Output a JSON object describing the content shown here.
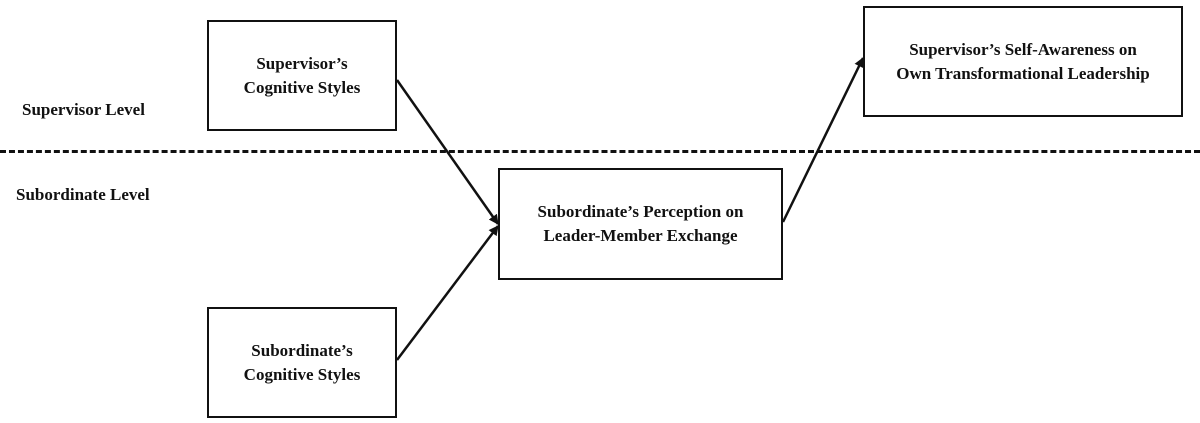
{
  "levels": {
    "supervisor": "Supervisor Level",
    "subordinate": "Subordinate Level"
  },
  "nodes": {
    "supervisor_cognitive": [
      "Supervisor’s",
      "Cognitive Styles"
    ],
    "subordinate_cognitive": [
      "Subordinate’s",
      "Cognitive Styles"
    ],
    "lmx": [
      "Subordinate’s Perception on",
      "Leader-Member Exchange"
    ],
    "self_awareness": [
      "Supervisor’s Self-Awareness on",
      "Own Transformational Leadership"
    ]
  },
  "edges": [
    {
      "from": "supervisor_cognitive",
      "to": "lmx"
    },
    {
      "from": "subordinate_cognitive",
      "to": "lmx"
    },
    {
      "from": "lmx",
      "to": "self_awareness"
    }
  ],
  "colors": {
    "line": "#111111",
    "background": "#ffffff"
  }
}
